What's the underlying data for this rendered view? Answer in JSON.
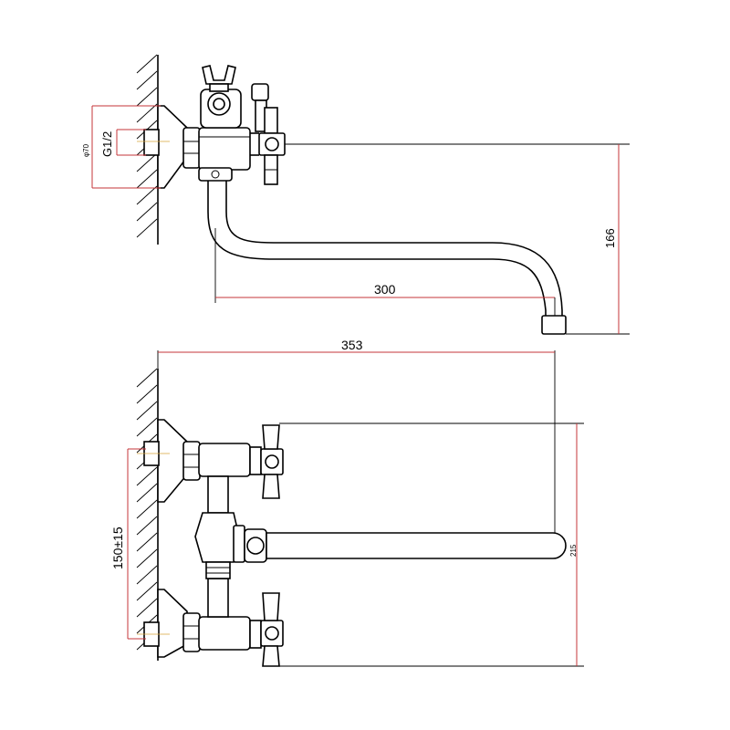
{
  "dimensions": {
    "diameter": "φ70",
    "thread": "G1/2",
    "spout_drop": "166",
    "spout_reach": "300",
    "overall_length": "353",
    "handle_height": "215",
    "center_distance": "150±15"
  }
}
